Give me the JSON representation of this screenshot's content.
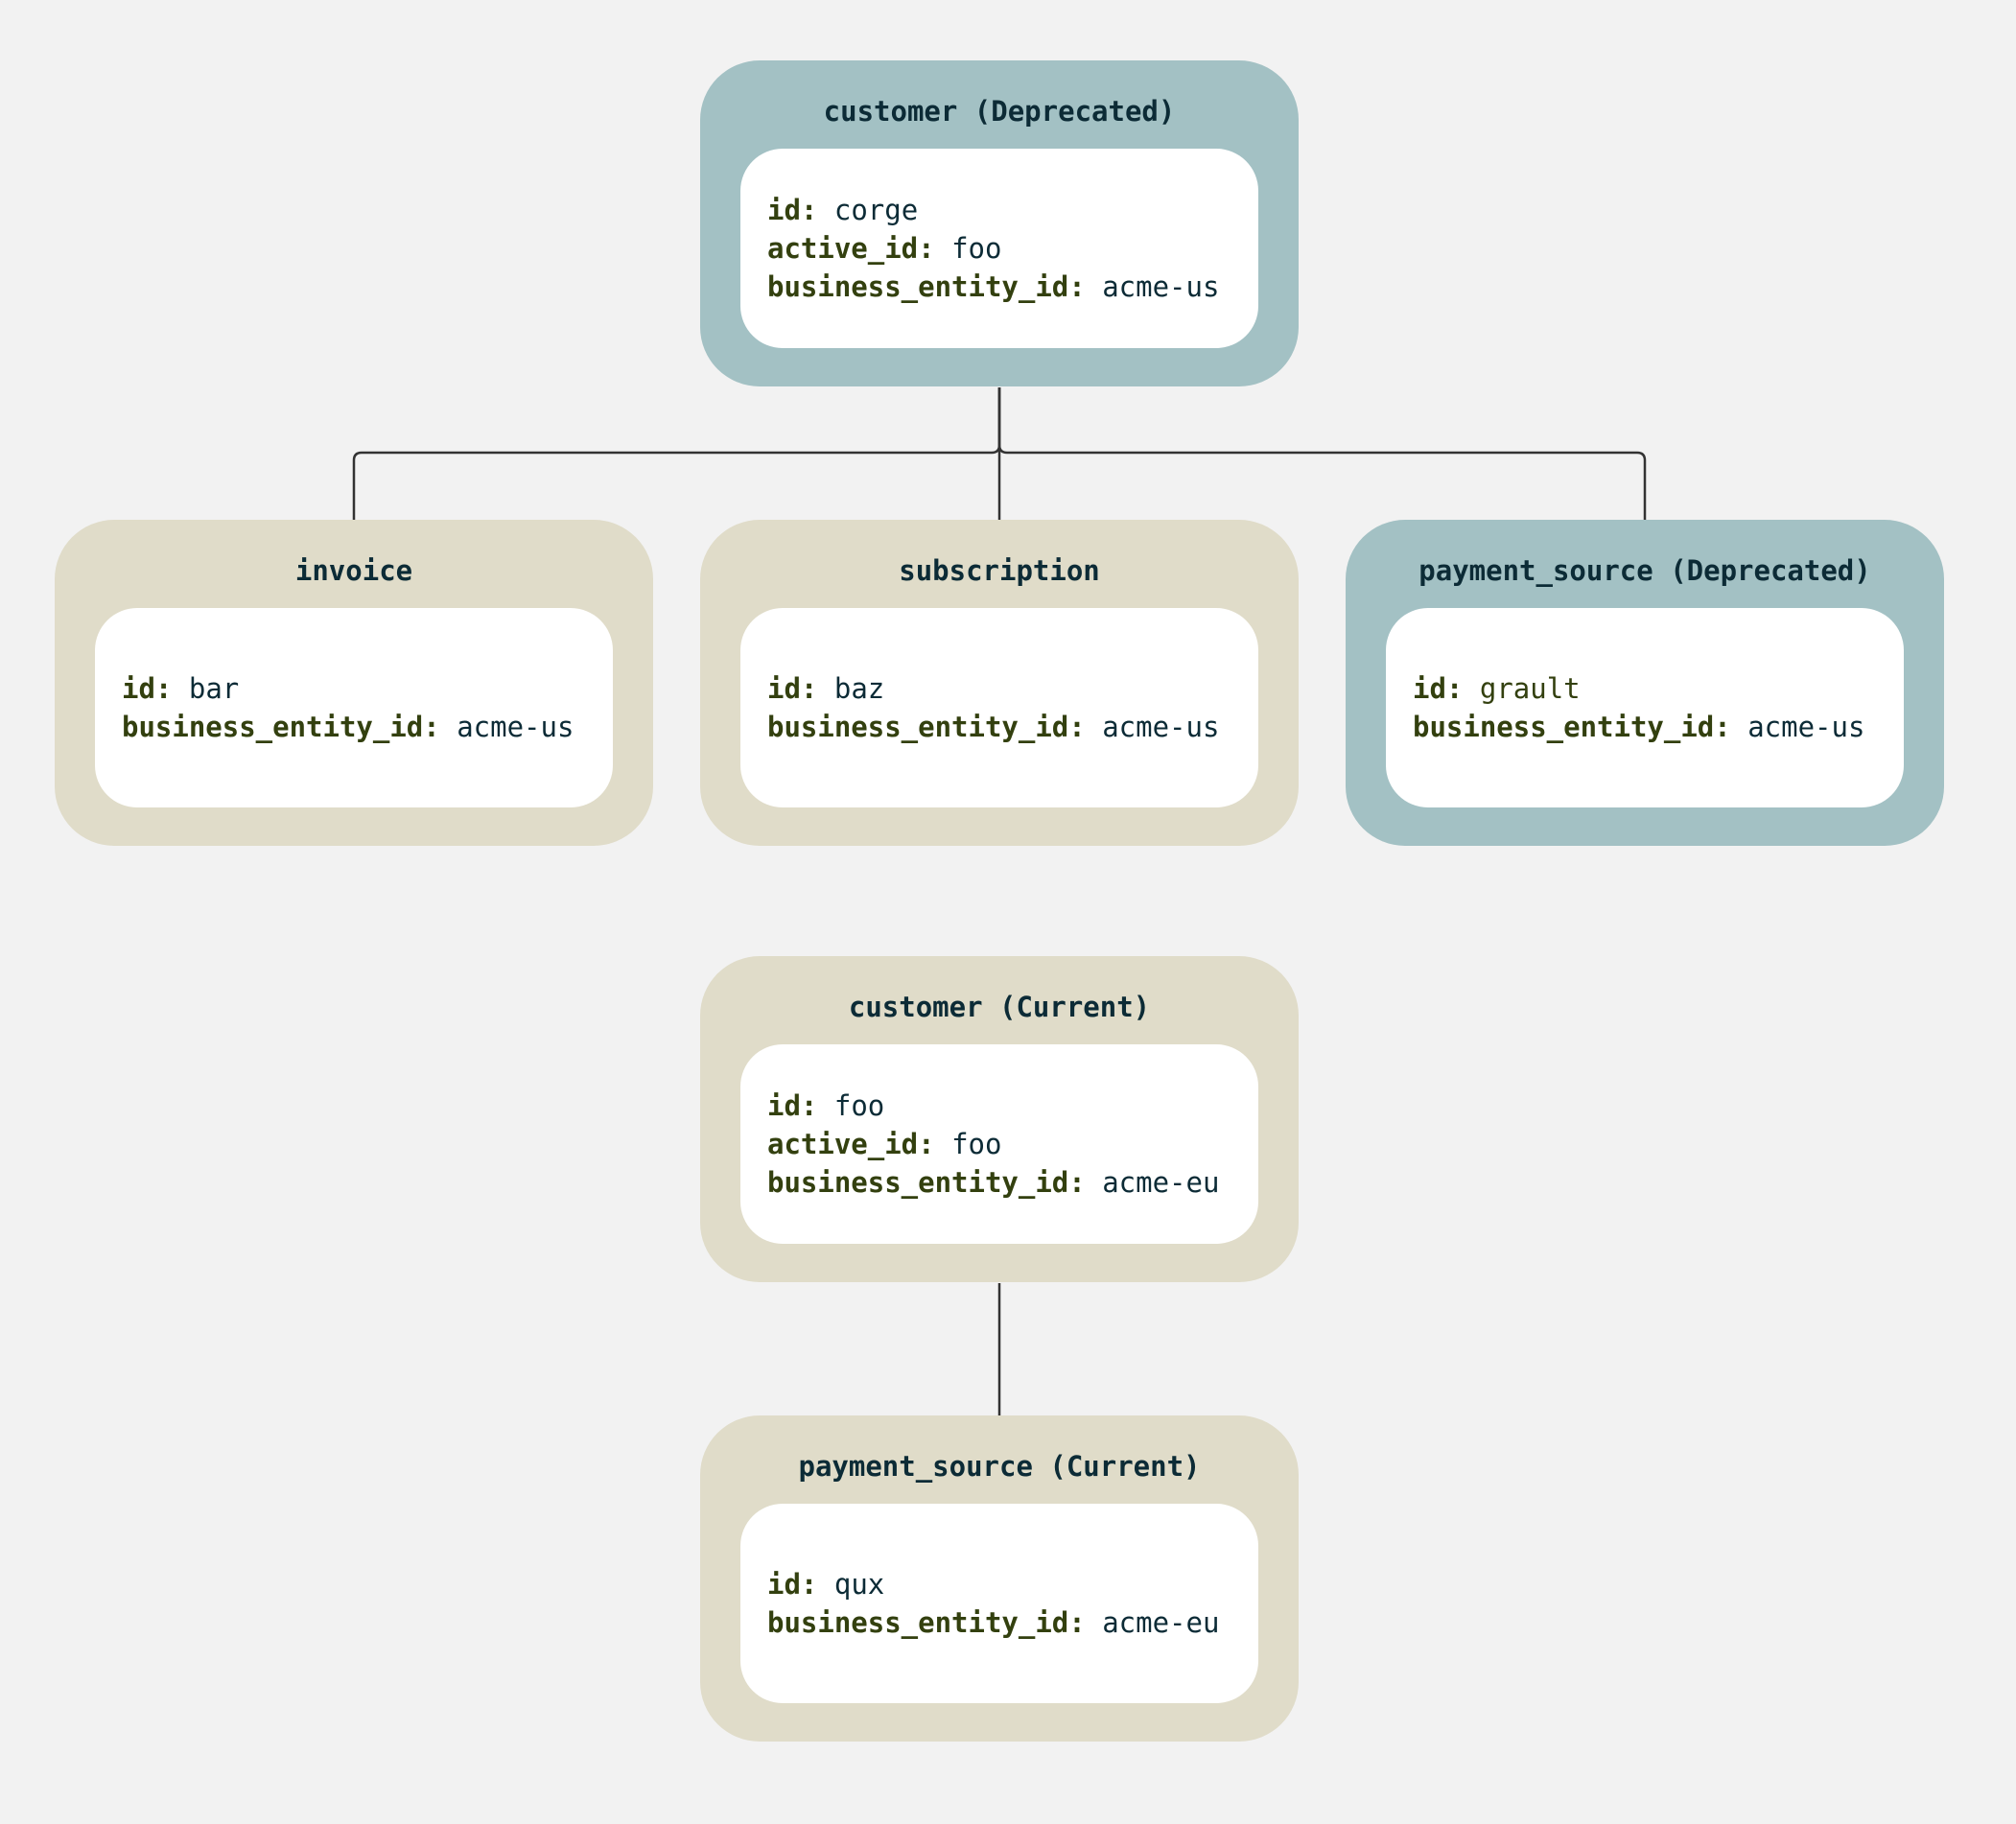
{
  "nodes": [
    {
      "title": "customer (Deprecated)",
      "status": "deprecated",
      "fields": [
        {
          "key": "id:",
          "value": "corge"
        },
        {
          "key": "active_id:",
          "value": "foo"
        },
        {
          "key": "business_entity_id:",
          "value": "acme-us"
        }
      ]
    },
    {
      "title": "invoice",
      "status": "current",
      "fields": [
        {
          "key": "id:",
          "value": "bar"
        },
        {
          "key": "business_entity_id:",
          "value": "acme-us"
        }
      ]
    },
    {
      "title": "subscription",
      "status": "current",
      "fields": [
        {
          "key": "id:",
          "value": "baz"
        },
        {
          "key": "business_entity_id:",
          "value": "acme-us"
        }
      ]
    },
    {
      "title": "payment_source (Deprecated)",
      "status": "deprecated",
      "fields": [
        {
          "key": "id:",
          "value": "grault"
        },
        {
          "key": "business_entity_id:",
          "value": "acme-us"
        }
      ]
    },
    {
      "title": "customer (Current)",
      "status": "current",
      "fields": [
        {
          "key": "id:",
          "value": "foo"
        },
        {
          "key": "active_id:",
          "value": "foo"
        },
        {
          "key": "business_entity_id:",
          "value": "acme-eu"
        }
      ]
    },
    {
      "title": "payment_source (Current)",
      "status": "current",
      "fields": [
        {
          "key": "id:",
          "value": "qux"
        },
        {
          "key": "business_entity_id:",
          "value": "acme-eu"
        }
      ]
    }
  ],
  "edges": [
    {
      "from": "customer (Deprecated)",
      "to": "invoice"
    },
    {
      "from": "customer (Deprecated)",
      "to": "subscription"
    },
    {
      "from": "customer (Deprecated)",
      "to": "payment_source (Deprecated)"
    },
    {
      "from": "customer (Current)",
      "to": "payment_source (Current)"
    }
  ],
  "colors": {
    "deprecated_fill": "#a3c1c4",
    "current_fill": "#e0dcc9",
    "card_fill": "#ffffff",
    "title_text": "#0c2b36",
    "key_text": "#33400f",
    "connector": "#333333",
    "background": "#f2f2f2"
  }
}
